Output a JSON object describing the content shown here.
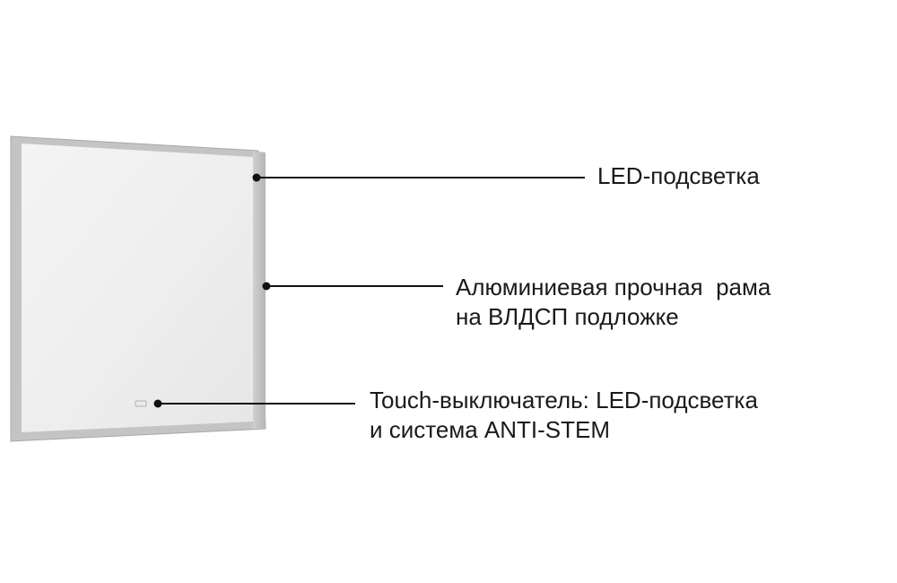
{
  "callouts": {
    "led": {
      "line1": "LED-подсветка"
    },
    "frame": {
      "line1": "Алюминиевая прочная  рама",
      "line2": "на ВЛДСП подложке"
    },
    "touch": {
      "line1": "Touch-выключатель: LED-подсветка",
      "line2": "и система ANTI-STEM"
    }
  },
  "colors": {
    "frame": "#c2c2c2",
    "frame_edge": "#a9a9a9",
    "mirror_surface": "#efefef",
    "leader_line": "#111111",
    "text": "#1a1a1a"
  }
}
